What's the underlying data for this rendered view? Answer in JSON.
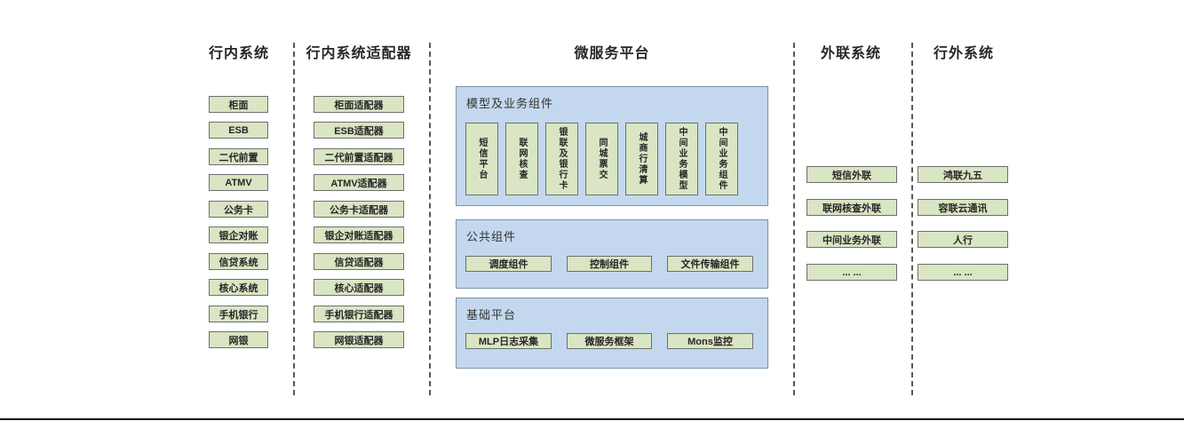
{
  "columns": {
    "inbank": {
      "header": "行内系统",
      "items": [
        "柜面",
        "ESB",
        "二代前置",
        "ATMV",
        "公务卡",
        "银企对账",
        "信贷系统",
        "核心系统",
        "手机银行",
        "网银"
      ]
    },
    "adapter": {
      "header": "行内系统适配器",
      "items": [
        "柜面适配器",
        "ESB适配器",
        "二代前置适配器",
        "ATMV适配器",
        "公务卡适配器",
        "银企对账适配器",
        "信贷适配器",
        "核心适配器",
        "手机银行适配器",
        "网银适配器"
      ]
    },
    "platform": {
      "header": "微服务平台",
      "sections": {
        "model": {
          "title": "模型及业务组件",
          "items": [
            "短信平台",
            "联网核查",
            "银联及银行卡",
            "同城票交",
            "城商行清算",
            "中间业务模型",
            "中间业务组件"
          ]
        },
        "common": {
          "title": "公共组件",
          "items": [
            "调度组件",
            "控制组件",
            "文件传输组件"
          ]
        },
        "base": {
          "title": "基础平台",
          "items": [
            "MLP日志采集",
            "微服务框架",
            "Mons监控"
          ]
        }
      }
    },
    "outlink": {
      "header": "外联系统",
      "items": [
        "短信外联",
        "联网核查外联",
        "中间业务外联",
        "... ..."
      ]
    },
    "external": {
      "header": "行外系统",
      "items": [
        "鸿联九五",
        "容联云通讯",
        "人行",
        "... ..."
      ]
    }
  },
  "colors": {
    "box_green_fill": "#d9e5c3",
    "box_green_border": "#6e6e6e",
    "panel_blue_fill": "#c3d8ee",
    "panel_blue_border": "#7b91a7",
    "divider": "#595959",
    "text": "#262626"
  }
}
